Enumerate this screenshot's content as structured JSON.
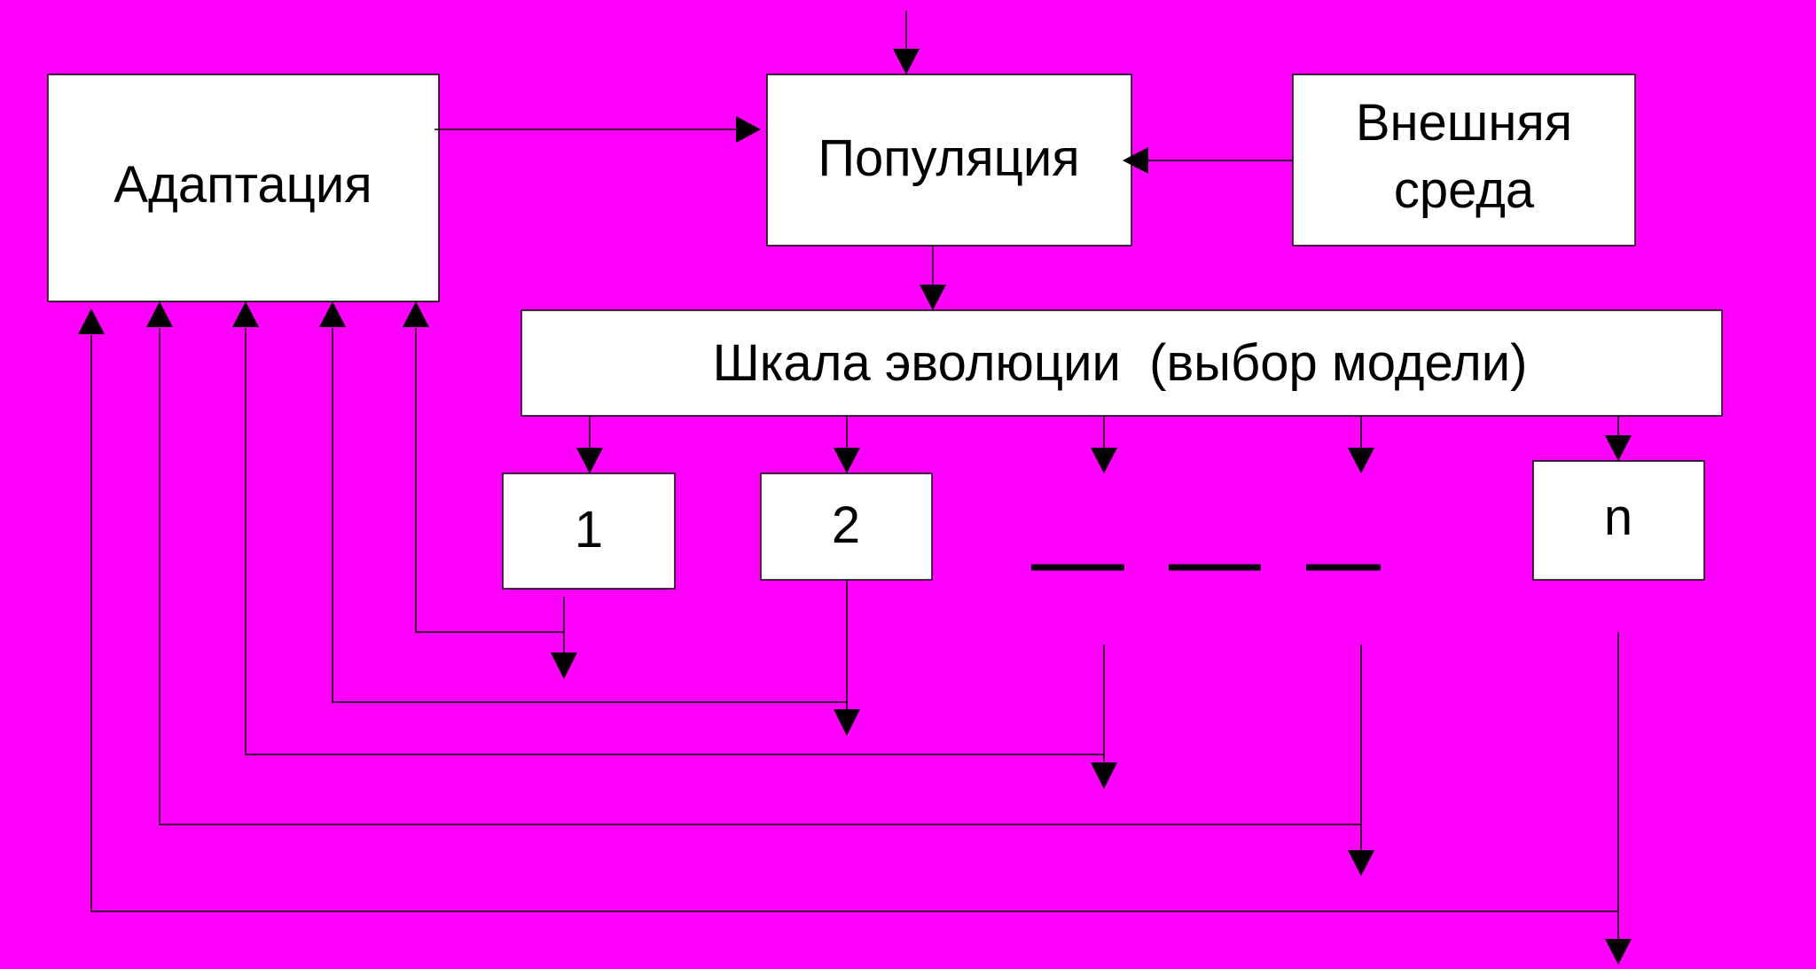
{
  "colors": {
    "background": "#ff00ff",
    "box_fill": "#ffffff",
    "stroke": "#000000"
  },
  "nodes": {
    "adaptation": "Адаптация",
    "population": "Популяция",
    "environment_line1": "Внешняя",
    "environment_line2": "среда",
    "evolution_scale": "Шкала эволюции  (выбор модели)",
    "model_1": "1",
    "model_2": "2",
    "model_n": "n"
  }
}
